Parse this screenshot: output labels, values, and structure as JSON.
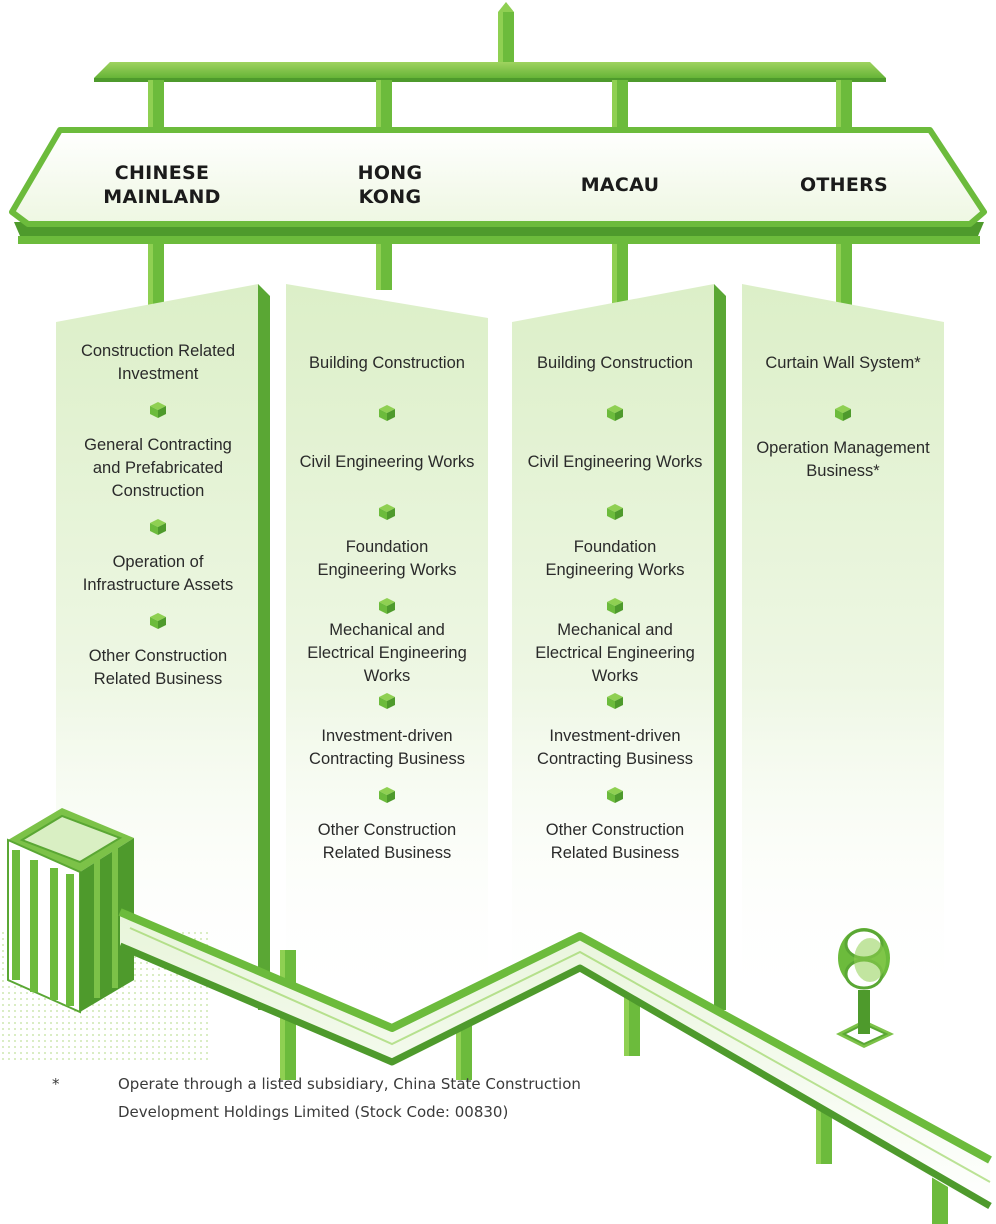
{
  "regions": [
    {
      "label": "CHINESE\nMAINLAND"
    },
    {
      "label": "HONG\nKONG"
    },
    {
      "label": "MACAU"
    },
    {
      "label": "OTHERS"
    }
  ],
  "columns": [
    {
      "items": [
        "Construction Related\nInvestment",
        "General Contracting\nand Prefabricated\nConstruction",
        "Operation of\nInfrastructure Assets",
        "Other Construction\nRelated Business"
      ]
    },
    {
      "items": [
        "Building Construction",
        "Civil Engineering Works",
        "Foundation\nEngineering Works",
        "Mechanical and\nElectrical Engineering\nWorks",
        "Investment-driven\nContracting Business",
        "Other Construction\nRelated Business"
      ]
    },
    {
      "items": [
        "Building Construction",
        "Civil Engineering Works",
        "Foundation\nEngineering Works",
        "Mechanical and\nElectrical Engineering\nWorks",
        "Investment-driven\nContracting Business",
        "Other Construction\nRelated Business"
      ]
    },
    {
      "items": [
        "Curtain Wall System*",
        "Operation Management\nBusiness*"
      ]
    }
  ],
  "footnote": {
    "mark": "*",
    "text": "Operate through a listed subsidiary, China State Construction\nDevelopment Holdings Limited (Stock Code: 00830)"
  },
  "colors": {
    "green_dark": "#4e9a2c",
    "green_mid": "#6cbb3c",
    "green_light": "#a6d86a",
    "panel": "#e9f4dc"
  }
}
